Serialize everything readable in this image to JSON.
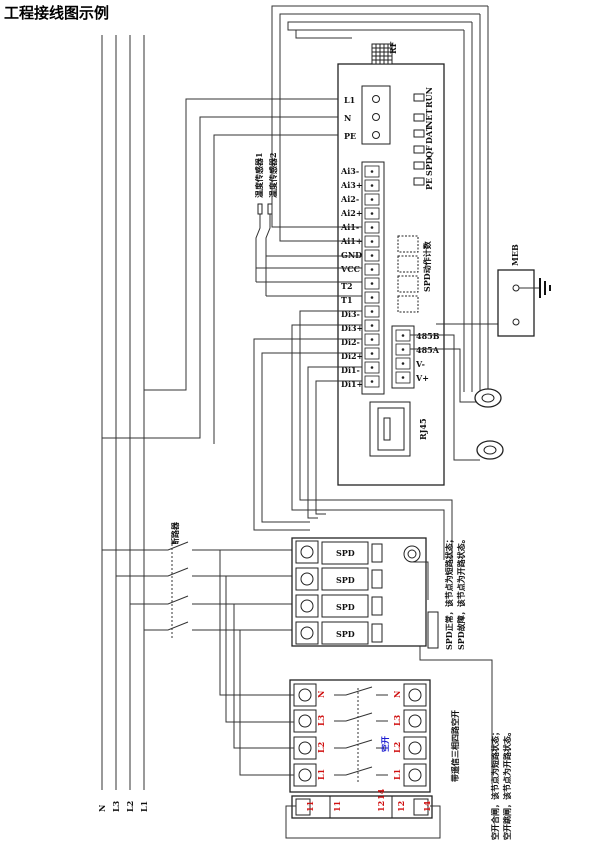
{
  "page": {
    "title": "工程接线图示例"
  },
  "device": {
    "rf": "RF",
    "power_terminals": [
      "L1",
      "N",
      "PE"
    ],
    "status_leds": [
      "RUN",
      "NET",
      "DAT",
      "QF",
      "SPD",
      "PE"
    ],
    "io_terminals": [
      "Ai3-",
      "Ai3+",
      "Ai2-",
      "Ai2+",
      "Ai1-",
      "Ai1+",
      "GND",
      "VCC",
      "T2",
      "T1",
      "Di3-",
      "Di3+",
      "Di2-",
      "Di2+",
      "Di1-",
      "Di1+"
    ],
    "counter_label": "SPD动作计数",
    "comm_terminals": [
      "485B",
      "485A",
      "V-",
      "V+"
    ],
    "rj45": "RJ45"
  },
  "sensors": {
    "label1": "温度传感器1",
    "label2": "温度传感器2"
  },
  "meb": "MEB",
  "breaker": {
    "label": "断路器"
  },
  "spd": {
    "module_label": "SPD",
    "note1": "SPD正常，该节点为短路状态；",
    "note2": "SPD故障，该节点为开路状态。"
  },
  "air_switch": {
    "label": "空开",
    "top_labels": [
      "N",
      "L3",
      "L2",
      "L1"
    ],
    "bottom_labels": [
      "N",
      "L3",
      "L2",
      "L1"
    ],
    "aux_terminals": [
      "11",
      "11",
      "12",
      "14",
      "12",
      "14"
    ],
    "side_note": "带遥信三相四路空开",
    "note1": "空开合闸，该节点为短路状态；",
    "note2": "空开跳闸，该节点为开路状态。"
  },
  "bus_lines": [
    "N",
    "L3",
    "L2",
    "L1"
  ]
}
